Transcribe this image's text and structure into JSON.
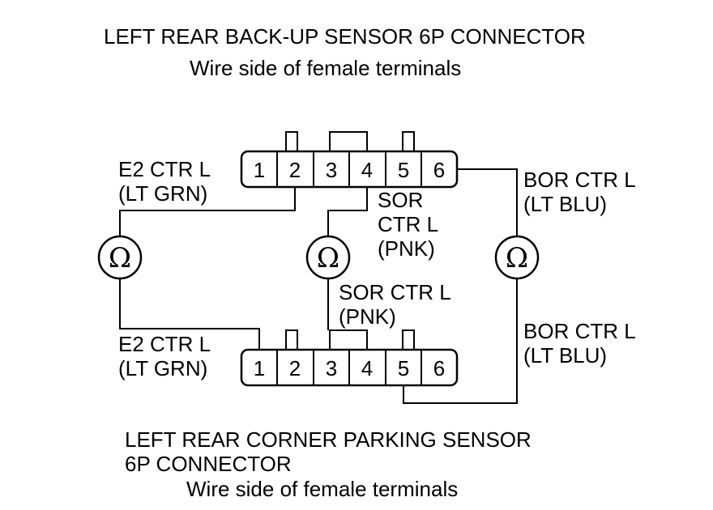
{
  "top_connector": {
    "title": "LEFT REAR BACK-UP SENSOR 6P CONNECTOR",
    "subtitle": "Wire side of female terminals",
    "pins": [
      "1",
      "2",
      "3",
      "4",
      "5",
      "6"
    ]
  },
  "bottom_connector": {
    "title_line1": "LEFT REAR CORNER PARKING SENSOR",
    "title_line2": "6P CONNECTOR",
    "subtitle": "Wire side of female terminals",
    "pins": [
      "1",
      "2",
      "3",
      "4",
      "5",
      "6"
    ]
  },
  "labels": {
    "e2_top_name": "E2 CTR L",
    "e2_top_color": "(LT GRN)",
    "sor_top_name1": "SOR",
    "sor_top_name2": "CTR L",
    "sor_top_color": "(PNK)",
    "bor_top_name": "BOR CTR L",
    "bor_top_color": "(LT BLU)",
    "e2_bottom_name": "E2 CTR L",
    "e2_bottom_color": "(LT GRN)",
    "sor_bottom_name": "SOR CTR L",
    "sor_bottom_color": "(PNK)",
    "bor_bottom_name": "BOR CTR L",
    "bor_bottom_color": "(LT BLU)"
  },
  "meter_symbol": "Ω",
  "meters": [
    "ohmmeter-e2",
    "ohmmeter-sor",
    "ohmmeter-bor"
  ]
}
